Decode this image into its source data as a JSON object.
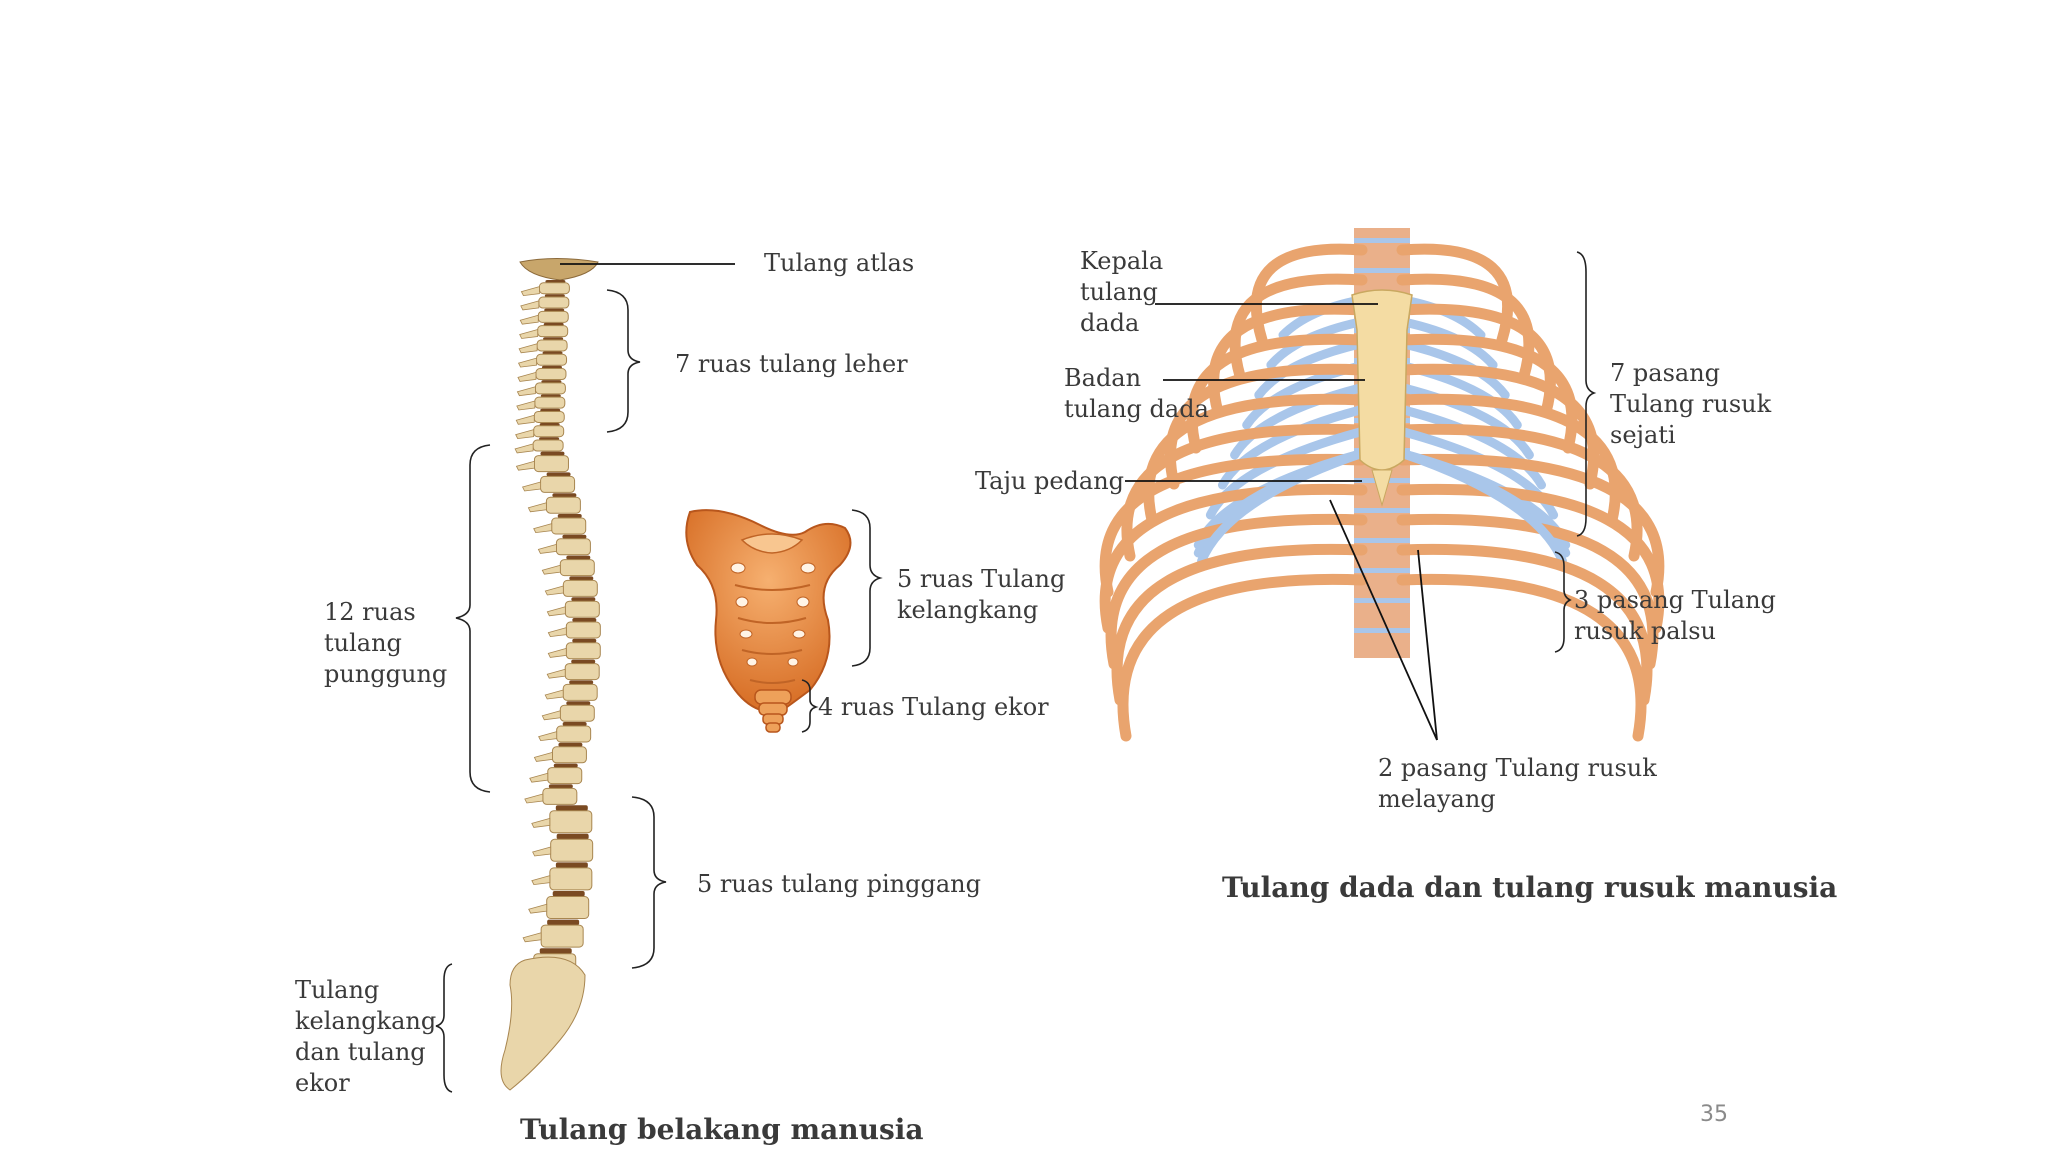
{
  "colors": {
    "bone": "#e9d6aa",
    "bone_dark": "#c8a66b",
    "disc": "#7a4a22",
    "sacrum": "#e98a3c",
    "rib": "#e9a46e",
    "cartilage": "#a9c6ea",
    "sternum": "#f4dca3"
  },
  "spine_figure": {
    "caption": "Tulang belakang manusia",
    "labels": {
      "atlas": "Tulang atlas",
      "cervical": "7 ruas tulang leher",
      "thoracic": "12 ruas\ntulang\npunggung",
      "lumbar": "5 ruas tulang pinggang",
      "sacrum_coccyx": "Tulang\nkelangkang\ndan tulang\nekor"
    }
  },
  "sacrum_figure": {
    "labels": {
      "sacrum": "5 ruas Tulang\nkelangkang",
      "coccyx": "4 ruas Tulang ekor"
    }
  },
  "ribcage_figure": {
    "caption": "Tulang dada dan tulang rusuk manusia",
    "labels": {
      "manubrium": "Kepala\ntulang\ndada",
      "body": "Badan\ntulang dada",
      "xiphoid": "Taju pedang",
      "true_ribs": "7 pasang\nTulang rusuk\nsejati",
      "false_ribs": "3 pasang Tulang\nrusuk palsu",
      "floating_ribs": "2 pasang Tulang rusuk\nmelayang"
    }
  },
  "page_number": "35"
}
